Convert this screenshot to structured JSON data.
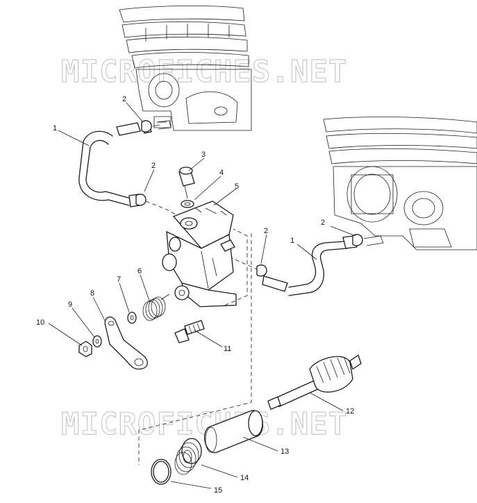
{
  "watermark": {
    "top": "MICROFICHES.NET",
    "bottom": "MICROFICHES.NET"
  },
  "callouts": [
    "1",
    "2",
    "2",
    "3",
    "4",
    "5",
    "2",
    "2",
    "1",
    "6",
    "7",
    "8",
    "9",
    "10",
    "11",
    "12",
    "13",
    "14",
    "15"
  ]
}
